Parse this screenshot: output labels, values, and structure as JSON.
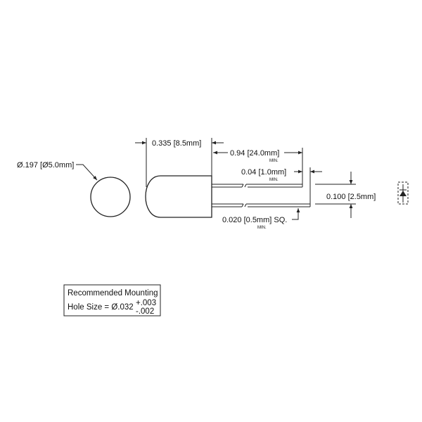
{
  "drawing": {
    "diameter_label": "Ø.197 [Ø5.0mm]",
    "body_length_label": "0.335 [8.5mm]",
    "lead_length_label": "0.94 [24.0mm]",
    "lead_length_min": "MIN.",
    "lead_diff_label": "0.04 [1.0mm]",
    "lead_diff_min": "MIN.",
    "lead_spacing_label": "0.100 [2.5mm]",
    "lead_size_label": "0.020 [0.5mm] SQ.",
    "lead_size_min": "MIN.",
    "mounting_title": "Recommended Mounting",
    "hole_size_prefix": "Hole Size = Ø.032",
    "hole_tol_plus": "+.003",
    "hole_tol_minus": "-.002",
    "symbol_icon": "diode-symbol-icon"
  }
}
